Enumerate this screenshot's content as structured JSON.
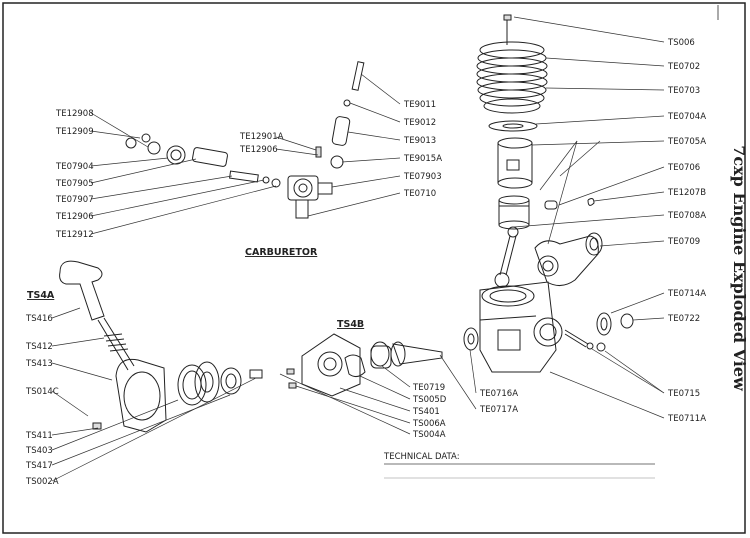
{
  "title": "7cxp Engine Exploded View",
  "sections": {
    "carburetor": "CARBURETOR",
    "ts4a": "TS4A",
    "ts4b": "TS4B",
    "technical": "TECHNICAL DATA:"
  },
  "right_labels": [
    "TS006",
    "TE0702",
    "TE0703",
    "TE0704A",
    "TE0705A",
    "TE0706",
    "TE1207B",
    "TE0708A",
    "TE0709",
    "TE0714A",
    "TE0722",
    "TE0715",
    "TE0711A"
  ],
  "carb_left_labels": [
    "TE12908",
    "TE12909",
    "TE07904",
    "TE07905",
    "TE07907",
    "TE12906",
    "TE12912"
  ],
  "carb_right_labels": [
    "TE9011",
    "TE9012",
    "TE9013",
    "TE9015A",
    "TE07903",
    "TE0710"
  ],
  "carb_mid_labels": [
    "TE12901A",
    "TE12906"
  ],
  "starter_labels": [
    "TS416",
    "TS412",
    "TS413",
    "TS014C",
    "TS411",
    "TS403",
    "TS417",
    "TS002A"
  ],
  "backplate_labels": [
    "TE0719",
    "TS005D",
    "TS401",
    "TS006A",
    "TS004A"
  ],
  "bottom_labels": [
    "TE0716A",
    "TE0717A"
  ]
}
